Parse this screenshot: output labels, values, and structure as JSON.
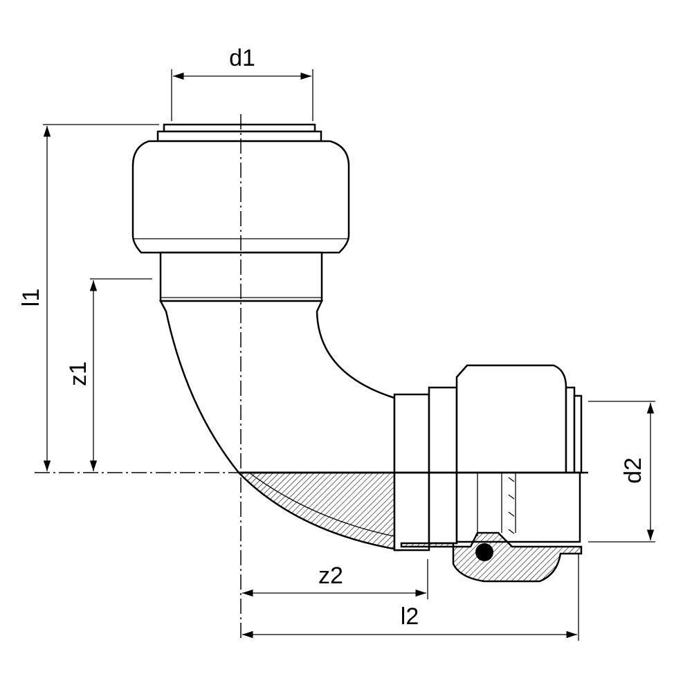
{
  "drawing": {
    "type": "90-degree push-fit elbow dimension drawing",
    "dimensions": {
      "d1": "d1",
      "l1": "l1",
      "z1": "z1",
      "d2": "d2",
      "z2": "z2",
      "l2": "l2"
    },
    "colors": {
      "line": "#000000",
      "background": "#ffffff"
    }
  }
}
